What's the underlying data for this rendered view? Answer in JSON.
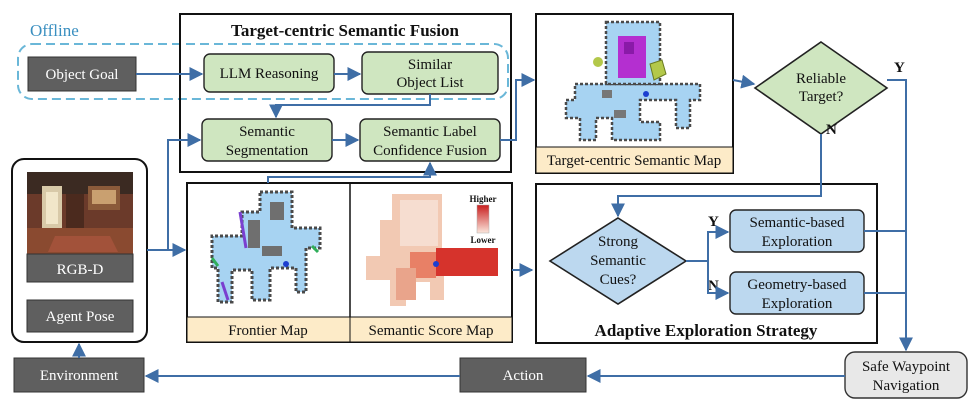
{
  "offline_label": "Offline",
  "nodes": {
    "object_goal": "Object Goal",
    "llm_reasoning": "LLM Reasoning",
    "similar_list_l1": "Similar",
    "similar_list_l2": "Object List",
    "sem_seg_l1": "Semantic",
    "sem_seg_l2": "Segmentation",
    "conf_fusion_l1": "Semantic Label",
    "conf_fusion_l2": "Confidence Fusion",
    "rgbd": "RGB-D",
    "agent_pose": "Agent Pose",
    "environment": "Environment",
    "action": "Action",
    "reliable_l1": "Reliable",
    "reliable_l2": "Target?",
    "strong_l1": "Strong",
    "strong_l2": "Semantic",
    "strong_l3": "Cues?",
    "sem_explore_l1": "Semantic-based",
    "sem_explore_l2": "Exploration",
    "geo_explore_l1": "Geometry-based",
    "geo_explore_l2": "Exploration",
    "safe_l1": "Safe Waypoint",
    "safe_l2": "Navigation"
  },
  "panels": {
    "fusion_title": "Target-centric Semantic Fusion",
    "target_map_label": "Target-centric Semantic Map",
    "frontier_map_label": "Frontier Map",
    "score_map_label": "Semantic Score Map",
    "adaptive_title": "Adaptive Exploration Strategy",
    "legend_higher": "Higher",
    "legend_lower": "Lower"
  },
  "branch_labels": {
    "reliable_yes": "Y",
    "reliable_no": "N",
    "strong_yes": "Y",
    "strong_no": "N"
  },
  "colors": {
    "green_fill": "#cfe6c0",
    "gray_fill": "#5f5f5f",
    "blue_fill": "#bcd8ef",
    "arrow": "#3f6ea6",
    "offline": "#6ab7d8",
    "label_strip": "#fdebc8",
    "map_blue": "#a7d3f2"
  }
}
